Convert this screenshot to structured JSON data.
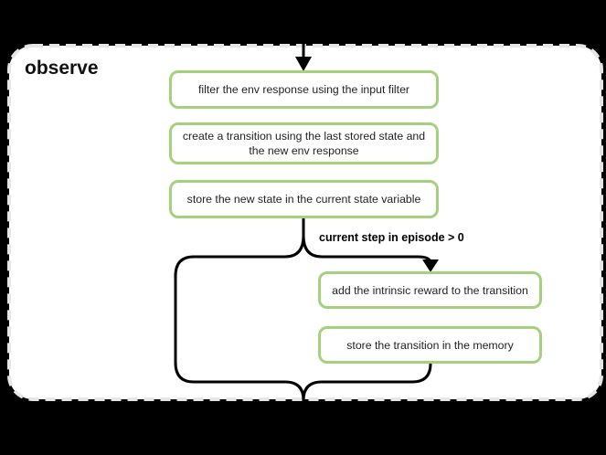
{
  "diagram": {
    "title": "observe",
    "nodes": [
      {
        "label": "filter the env response using the input filter"
      },
      {
        "label": "create a transition using the last stored state and the new env response"
      },
      {
        "label": "store the new state in the current state variable"
      },
      {
        "label": "add the intrinsic reward to the transition"
      },
      {
        "label": "store the transition in the memory"
      }
    ],
    "condition_label": "current step in episode > 0",
    "colors": {
      "background": "#000000",
      "container_fill": "#ffffff",
      "container_dashed_border": "#e6e6e6",
      "node_border": "#a5d17e",
      "node_fill": "#ffffff",
      "connector": "#000000",
      "text": "#222222"
    }
  }
}
